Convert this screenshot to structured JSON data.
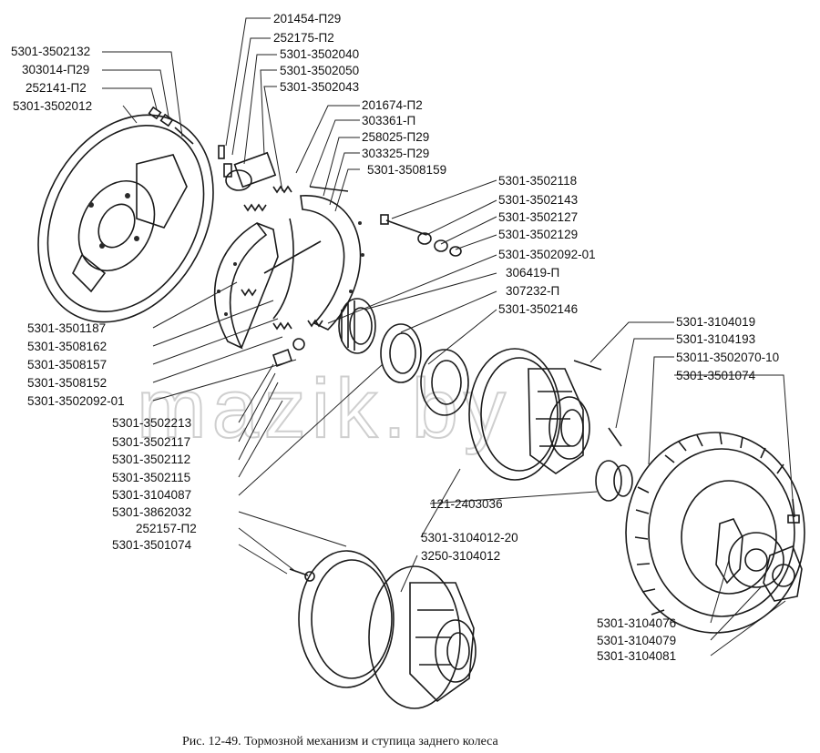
{
  "caption": "Рис. 12-49. Тормозной механизм и ступица заднего колеса",
  "watermark": "mazik.by",
  "labels": {
    "l01": "201454-П29",
    "l02": "252175-П2",
    "l03": "5301-3502040",
    "l04": "5301-3502050",
    "l05": "5301-3502043",
    "l06": "5301-3502132",
    "l07": "303014-П29",
    "l08": "252141-П2",
    "l09": "5301-3502012",
    "l10": "201674-П2",
    "l11": "303361-П",
    "l12": "258025-П29",
    "l13": "303325-П29",
    "l14": "5301-3508159",
    "l15": "5301-3502118",
    "l16": "5301-3502143",
    "l17": "5301-3502127",
    "l18": "5301-3502129",
    "l19": "5301-3502092-01",
    "l20": "306419-П",
    "l21": "307232-П",
    "l22": "5301-3502146",
    "l23": "5301-3501187",
    "l24": "5301-3508162",
    "l25": "5301-3508157",
    "l26": "5301-3508152",
    "l27": "5301-3502092-01",
    "l28": "5301-3104019",
    "l29": "5301-3104193",
    "l30": "53011-3502070-10",
    "l31": "5301-3501074",
    "l32": "5301-3502213",
    "l33": "5301-3502117",
    "l34": "5301-3502112",
    "l35": "5301-3502115",
    "l36": "5301-3104087",
    "l37": "5301-3862032",
    "l38": "252157-П2",
    "l39": "5301-3501074",
    "l40": "121-2403036",
    "l41": "5301-3104012-20",
    "l42": "3250-3104012",
    "l43": "5301-3104076",
    "l44": "5301-3104079",
    "l45": "5301-3104081"
  }
}
